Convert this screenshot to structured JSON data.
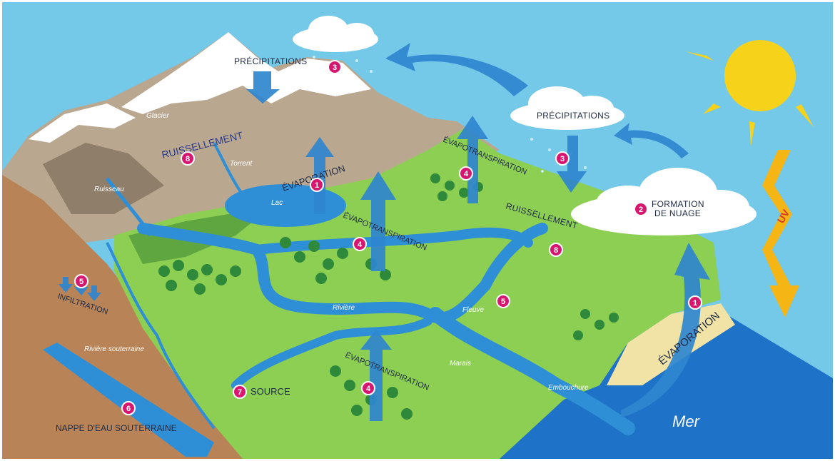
{
  "labels": {
    "precipitations_1": "PRÉCIPITATIONS",
    "precipitations_2": "PRÉCIPITATIONS",
    "formation_nuage_l1": "FORMATION",
    "formation_nuage_l2": "DE NUAGE",
    "ruissellement_1": "RUISSELLEMENT",
    "ruissellement_2": "RUISSELLEMENT",
    "evaporation_1": "ÉVAPORATION",
    "evaporation_2": "ÉVAPORATION",
    "evapotranspiration_1": "ÉVAPOTRANSPIRATION",
    "evapotranspiration_2": "ÉVAPOTRANSPIRATION",
    "evapotranspiration_3": "ÉVAPOTRANSPIRATION",
    "infiltration": "INFILTRATION",
    "source": "SOURCE",
    "nappe": "NAPPE D'EAU SOUTERRAINE",
    "uv": "UV",
    "mer": "Mer",
    "glacier": "Glacier",
    "torrent": "Torrent",
    "ruisseau": "Ruisseau",
    "lac": "Lac",
    "riviere": "Rivière",
    "fleuve": "Fleuve",
    "marais": "Marais",
    "embouchure": "Embouchure",
    "riviere_souterraine": "Rivière souterraine"
  },
  "badges": {
    "n1": "1",
    "n2": "2",
    "n3": "3",
    "n4": "4",
    "n5": "5",
    "n6": "6",
    "n7": "7",
    "n8": "8"
  },
  "colors": {
    "sky": "#6ec6e6",
    "sea": "#1e73c8",
    "grass": "#8ccf52",
    "soil": "#b88457",
    "mountain": "#b7a58c",
    "river": "#2f8fd6",
    "arrow": "#2f86cf",
    "badge": "#d6166f",
    "sun": "#f7d21b",
    "uv": "#f5b514"
  }
}
